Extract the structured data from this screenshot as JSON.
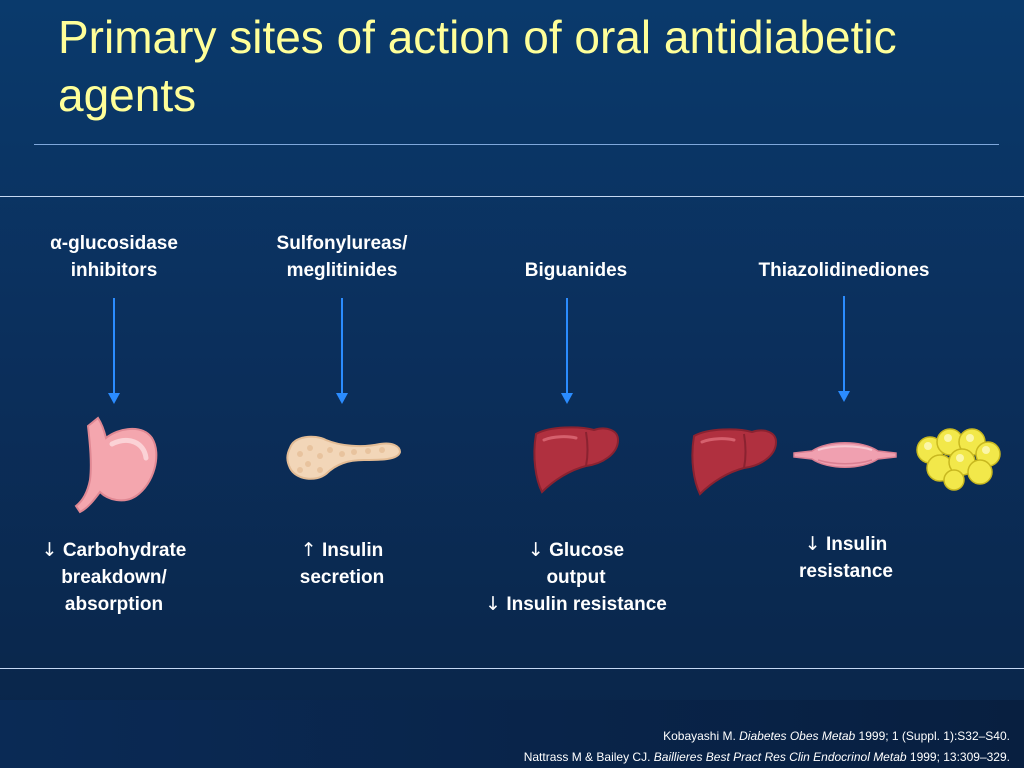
{
  "title": "Primary sites of action of oral antidiabetic agents",
  "drug_classes": [
    {
      "label_line1": "α-glucosidase",
      "label_line2": "inhibitors"
    },
    {
      "label_line1": "Sulfonylureas/",
      "label_line2": "meglitinides"
    },
    {
      "label_line1": "Biguanides"
    },
    {
      "label_line1": "Thiazolidinediones"
    }
  ],
  "organs": {
    "stomach": "stomach-icon",
    "pancreas": "pancreas-icon",
    "liver": "liver-icon",
    "muscle": "muscle-icon",
    "adipose": "adipose-tissue-icon"
  },
  "effects": [
    {
      "symbol": "↓",
      "line1": "Carbohydrate",
      "line2": "breakdown/",
      "line3": "absorption"
    },
    {
      "symbol": "↑",
      "line1": "Insulin",
      "line2": "secretion"
    },
    {
      "symbol": "↓",
      "line1": "Glucose",
      "line2": "output",
      "symbol2": "↓",
      "line3": "Insulin resistance"
    },
    {
      "symbol": "↓",
      "line1": "Insulin",
      "line2": "resistance"
    }
  ],
  "references": [
    {
      "author": "Kobayashi M.",
      "journal": "Diabetes Obes Metab",
      "citation": "1999; 1 (Suppl. 1):S32–S40."
    },
    {
      "author": "Nattrass M & Bailey CJ.",
      "journal": "Baillieres Best Pract Res Clin Endocrinol Metab",
      "citation": "1999; 13:309–329."
    }
  ],
  "colors": {
    "title": "#ffff99",
    "arrow": "#2b8cff",
    "liver": "#b0303f",
    "stomach": "#f4a6ae",
    "pancreas": "#f2d6b8",
    "muscle": "#f0a0b0",
    "adipose": "#f2e84a"
  }
}
